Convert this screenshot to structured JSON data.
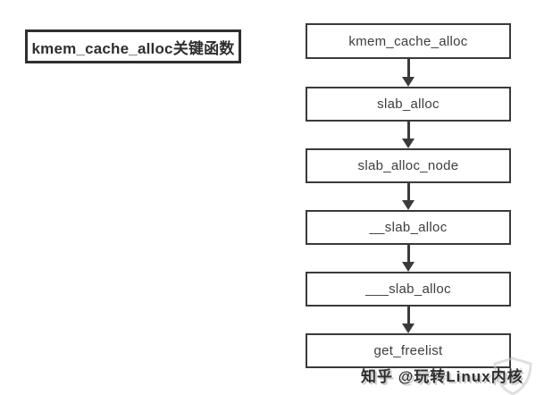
{
  "title": {
    "label": "kmem_cache_alloc关键函数"
  },
  "flowchart": {
    "type": "vertical-call-chain",
    "nodes": [
      "kmem_cache_alloc",
      "slab_alloc",
      "slab_alloc_node",
      "__slab_alloc",
      "___slab_alloc",
      "get_freelist"
    ],
    "edges": [
      [
        "kmem_cache_alloc",
        "slab_alloc"
      ],
      [
        "slab_alloc",
        "slab_alloc_node"
      ],
      [
        "slab_alloc_node",
        "__slab_alloc"
      ],
      [
        "__slab_alloc",
        "___slab_alloc"
      ],
      [
        "___slab_alloc",
        "get_freelist"
      ]
    ]
  },
  "watermark": {
    "text": "知乎 @玩转Linux内核"
  },
  "colors": {
    "background": "#ffffff",
    "box_border": "#3a3a3a",
    "title_border": "#2f2f2f",
    "text": "#3d3d3d",
    "watermark_text": "#2e2e2e",
    "watermark_shadow": "#c9c9c9"
  }
}
